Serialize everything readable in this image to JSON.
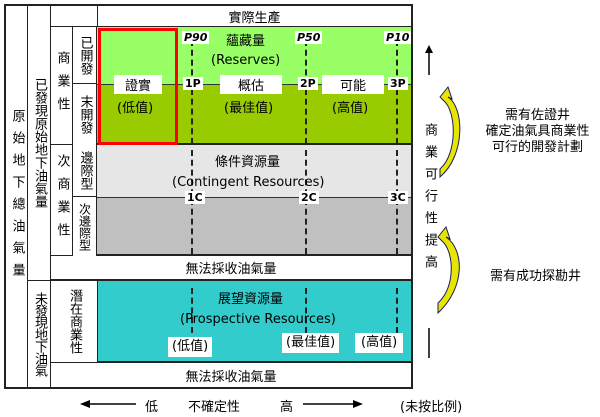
{
  "left_columns": {
    "total": "原始地下總油氣量",
    "discovered": "已發現原始地下油氣量",
    "undiscovered": "未發現地下油氣",
    "commercial": "商業性",
    "sub_commercial": "次商業性",
    "developed": "已開發",
    "undeveloped": "末開發",
    "marginal": "邊際型",
    "sub_marginal": "次邊際型",
    "potential_commercial": "潛在商業性"
  },
  "rows": {
    "production": "實際生產",
    "reserves": {
      "title": "蘊藏量",
      "subtitle": "(Reserves)",
      "proved": "證實",
      "proved_sub": "(低值)",
      "probable": "概估",
      "probable_sub": "(最佳值)",
      "possible": "可能",
      "possible_sub": "(高值)",
      "p_marks": [
        "P90",
        "P50",
        "P10"
      ],
      "level_marks": [
        "1P",
        "2P",
        "3P"
      ]
    },
    "contingent": {
      "title": "條件資源量",
      "subtitle": "(Contingent Resources)",
      "level_marks": [
        "1C",
        "2C",
        "3C"
      ]
    },
    "unrecoverable_1": "無法採收油氣量",
    "prospective": {
      "title": "展望資源量",
      "subtitle": "(Prospective Resources)",
      "low": "(低值)",
      "best": "(最佳值)",
      "high": "(高值)"
    },
    "unrecoverable_2": "無法採收油氣量"
  },
  "right_side": {
    "axis_label": "商業可行性提高",
    "annotation_top": [
      "需有佐證井",
      "確定油氣具商業性",
      "可行的開發計劃"
    ],
    "annotation_bottom": "需有成功探勘井"
  },
  "bottom_axis": {
    "low": "低",
    "label": "不確定性",
    "high": "高",
    "note": "(未按比例)"
  },
  "colors": {
    "reserves_developed": "#99ff66",
    "reserves_undeveloped": "#99cc00",
    "contingent_marginal": "#e6e6e6",
    "contingent_submarginal": "#c0c0c0",
    "prospective": "#33cccc",
    "proved_highlight": "#ff0000",
    "arrow_fill": "#e6e600"
  }
}
